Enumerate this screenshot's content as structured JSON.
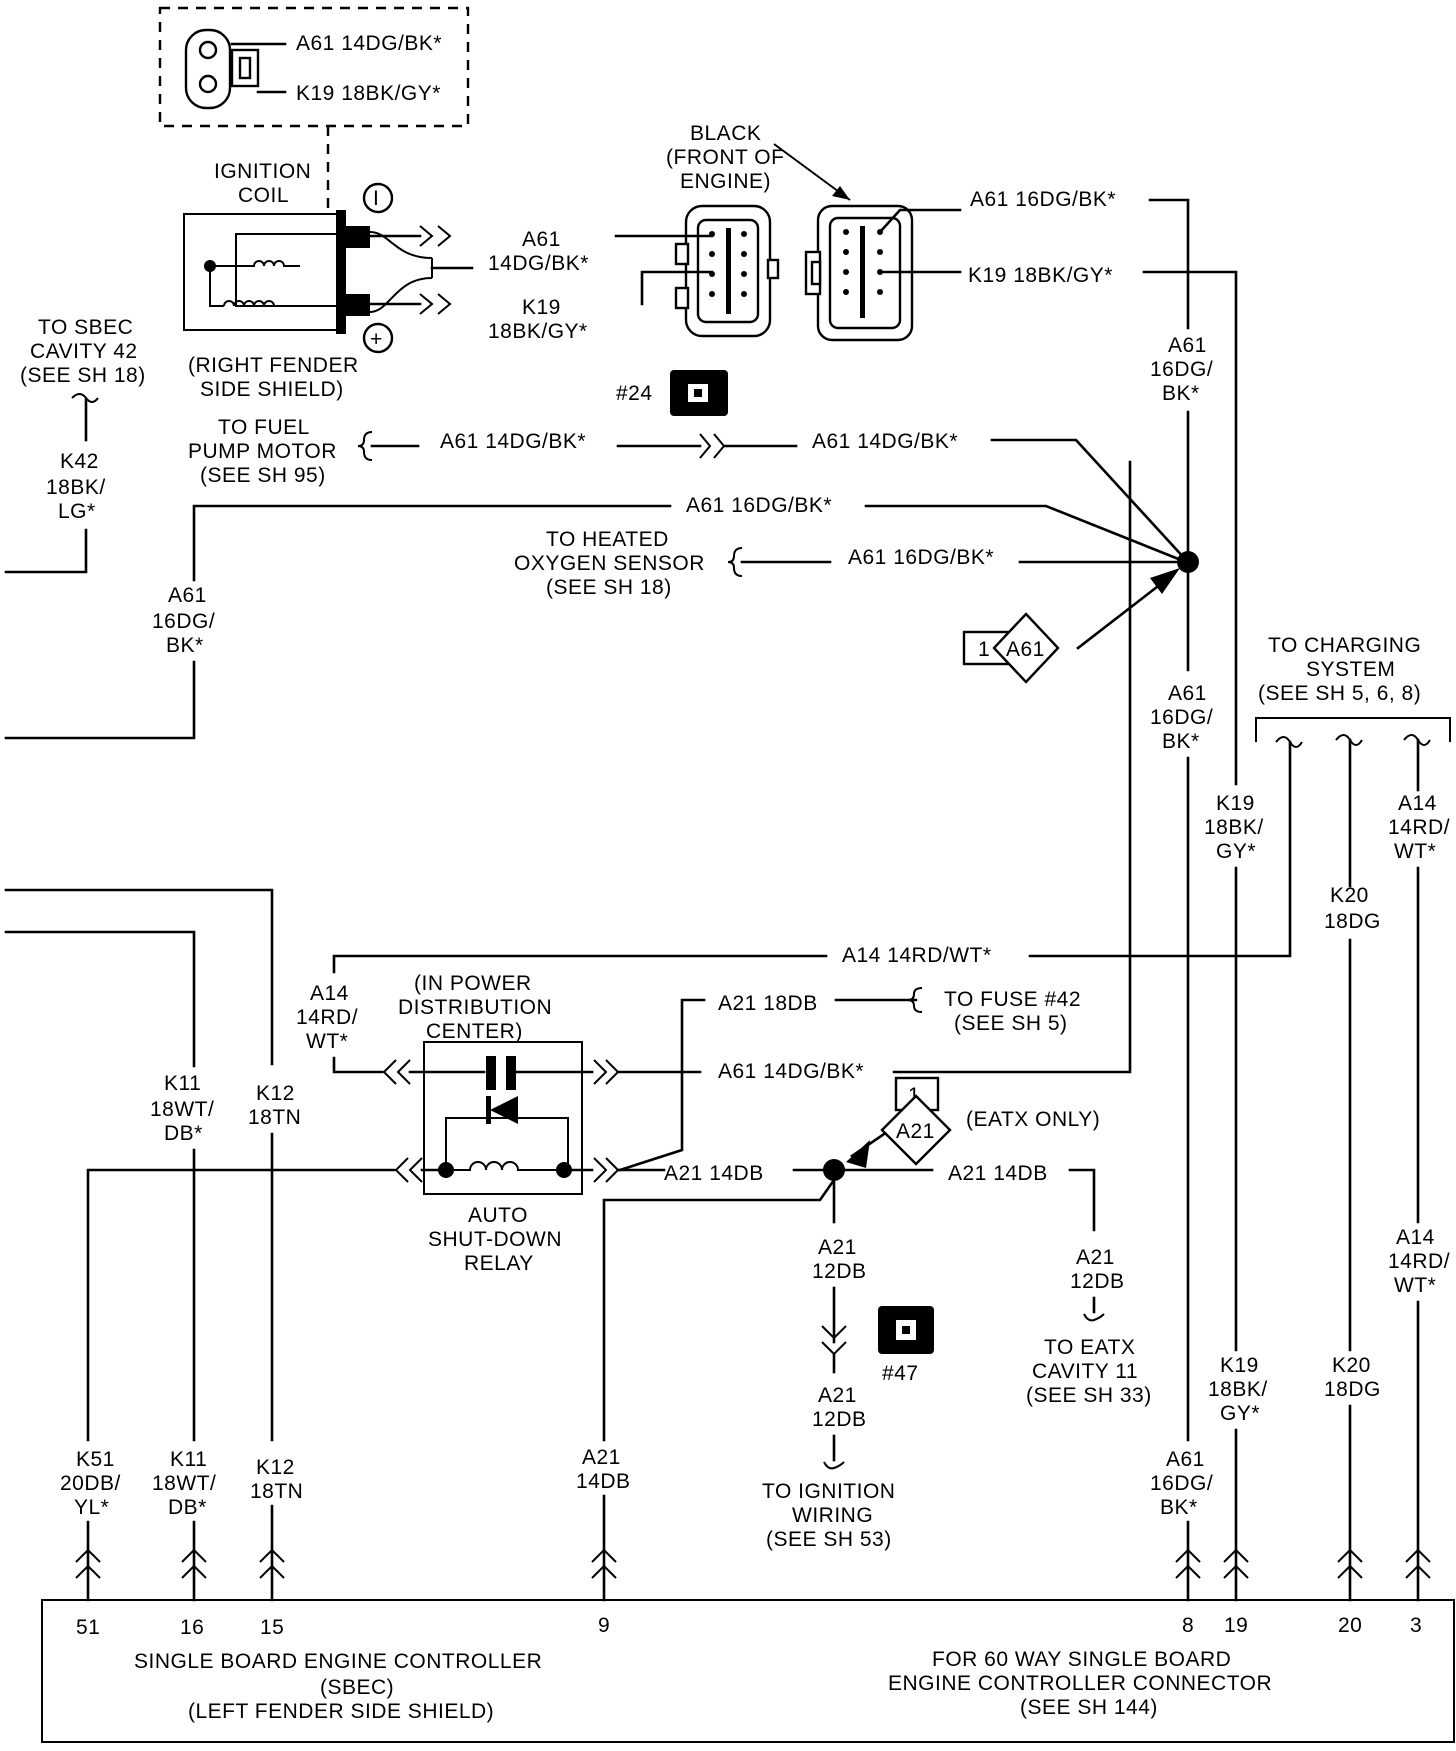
{
  "labels": {
    "conn_a61": "A61 14DG/BK*",
    "conn_k19": "K19 18BK/GY*",
    "ign_coil_1": "IGNITION",
    "ign_coil_2": "COIL",
    "coil_pos_1": "(RIGHT FENDER",
    "coil_pos_2": "SIDE SHIELD)",
    "minus": "I",
    "plus": "+",
    "black_1": "BLACK",
    "black_2": "(FRONT OF",
    "black_3": "ENGINE)",
    "a61_coil_1": "A61",
    "a61_coil_2": "14DG/BK*",
    "k19_coil_1": "K19",
    "k19_coil_2": "18BK/GY*",
    "a61_top_right": "A61 16DG/BK*",
    "k19_top_right": "K19 18BK/GY*",
    "a61_vert_1": "A61",
    "a61_vert_2": "16DG/",
    "a61_vert_3": "BK*",
    "sbec42_1": "TO SBEC",
    "sbec42_2": "CAVITY 42",
    "sbec42_3": "(SEE SH 18)",
    "k42_1": "K42",
    "k42_2": "18BK/",
    "k42_3": "LG*",
    "splice24": "#24",
    "fuel_1": "TO FUEL",
    "fuel_2": "PUMP MOTOR",
    "fuel_3": "(SEE SH 95)",
    "fuel_wire_l": "A61 14DG/BK*",
    "fuel_wire_r": "A61 14DG/BK*",
    "a61_long": "A61 16DG/BK*",
    "heated_1": "TO HEATED",
    "heated_2": "OXYGEN SENSOR",
    "heated_3": "(SEE SH 18)",
    "heated_wire": "A61 16DG/BK*",
    "a61_left_1": "A61",
    "a61_left_2": "16DG/",
    "a61_left_3": "BK*",
    "diamond_num": "1",
    "diamond_a61": "A61",
    "a61_mid_1": "A61",
    "a61_mid_2": "16DG/",
    "a61_mid_3": "BK*",
    "charging_1": "TO CHARGING",
    "charging_2": "SYSTEM",
    "charging_3": "(SEE SH 5, 6, 8)",
    "k19_r_1": "K19",
    "k19_r_2": "18BK/",
    "k19_r_3": "GY*",
    "k20_1": "K20",
    "k20_2": "18DG",
    "a14_r_1": "A14",
    "a14_r_2": "14RD/",
    "a14_r_3": "WT*",
    "a14_wire": "A14 14RD/WT*",
    "a14_l_1": "A14",
    "a14_l_2": "14RD/",
    "a14_l_3": "WT*",
    "pdc_1": "(IN POWER",
    "pdc_2": "DISTRIBUTION",
    "pdc_3": "CENTER)",
    "a21_18db": "A21 18DB",
    "fuse_1": "TO FUSE #42",
    "fuse_2": "(SEE SH 5)",
    "a61_relay": "A61 14DG/BK*",
    "k11_1": "K11",
    "k11_2": "18WT/",
    "k11_3": "DB*",
    "k12_1": "K12",
    "k12_2": "18TN",
    "diamond21_num": "1",
    "diamond21": "A21",
    "eatx_only": "(EATX ONLY)",
    "a21_14db_l": "A21 14DB",
    "a21_14db_r": "A21 14DB",
    "asd_1": "AUTO",
    "asd_2": "SHUT-DOWN",
    "asd_3": "RELAY",
    "a21_12db_1": "A21",
    "a21_12db_2": "12DB",
    "a21_eatx_1": "A21",
    "a21_eatx_2": "12DB",
    "eatx_1": "TO EATX",
    "eatx_2": "CAVITY 11",
    "eatx_3": "(SEE SH 33)",
    "splice47": "#47",
    "a21_12db_b1": "A21",
    "a21_12db_b2": "12DB",
    "ignw_1": "TO IGNITION",
    "ignw_2": "WIRING",
    "ignw_3": "(SEE SH 53)",
    "k51_1": "K51",
    "k51_2": "20DB/",
    "k51_3": "YL*",
    "k11b_1": "K11",
    "k11b_2": "18WT/",
    "k11b_3": "DB*",
    "k12b_1": "K12",
    "k12b_2": "18TN",
    "a21b_1": "A21",
    "a21b_2": "14DB",
    "a61b_1": "A61",
    "a61b_2": "16DG/",
    "a61b_3": "BK*",
    "k19b_1": "K19",
    "k19b_2": "18BK/",
    "k19b_3": "GY*",
    "k20b_1": "K20",
    "k20b_2": "18DG",
    "a14b_1": "A14",
    "a14b_2": "14RD/",
    "a14b_3": "WT*",
    "pin51": "51",
    "pin16": "16",
    "pin15": "15",
    "pin9": "9",
    "pin8": "8",
    "pin19": "19",
    "pin20": "20",
    "pin3": "3",
    "sbec_1": "SINGLE BOARD ENGINE CONTROLLER",
    "sbec_2": "(SBEC)",
    "sbec_3": "(LEFT FENDER SIDE SHIELD)",
    "conn60_1": "FOR 60 WAY SINGLE BOARD",
    "conn60_2": "ENGINE CONTROLLER CONNECTOR",
    "conn60_3": "(SEE SH 144)"
  }
}
